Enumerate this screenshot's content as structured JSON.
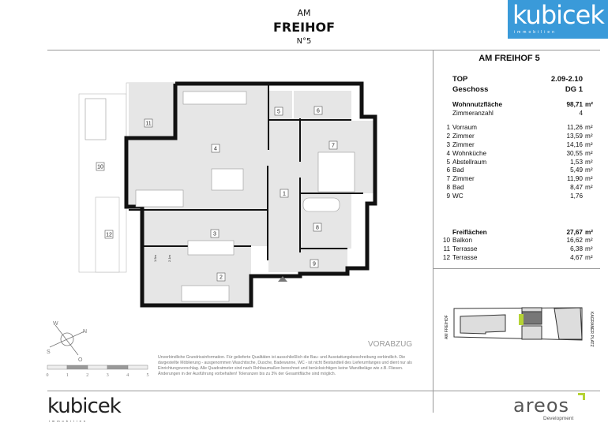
{
  "header": {
    "line1": "AM",
    "line2": "FREIHOF",
    "line3": "N°5"
  },
  "logo_top": {
    "text": "kubicek",
    "sub": "immobilien",
    "bg": "#3a9ad9"
  },
  "panel": {
    "title": "AM FREIHOF 5",
    "top_label": "TOP",
    "top_value": "2.09-2.10",
    "floor_label": "Geschoss",
    "floor_value": "DG 1",
    "area_label": "Wohnnutzfläche",
    "area_value": "98,71",
    "area_unit": "m²",
    "rooms_count_label": "Zimmeranzahl",
    "rooms_count_value": "4",
    "rooms": [
      {
        "n": "1",
        "name": "Vorraum",
        "area": "11,26",
        "unit": "m²"
      },
      {
        "n": "2",
        "name": "Zimmer",
        "area": "13,59",
        "unit": "m²"
      },
      {
        "n": "3",
        "name": "Zimmer",
        "area": "14,16",
        "unit": "m²"
      },
      {
        "n": "4",
        "name": "Wohnküche",
        "area": "30,55",
        "unit": "m²"
      },
      {
        "n": "5",
        "name": "Abstellraum",
        "area": "1,53",
        "unit": "m²"
      },
      {
        "n": "6",
        "name": "Bad",
        "area": "5,49",
        "unit": "m²"
      },
      {
        "n": "7",
        "name": "Zimmer",
        "area": "11,90",
        "unit": "m²"
      },
      {
        "n": "8",
        "name": "Bad",
        "area": "8,47",
        "unit": "m²"
      },
      {
        "n": "9",
        "name": "WC",
        "area": "1,76",
        "unit": ""
      }
    ],
    "outdoor_label": "Freiflächen",
    "outdoor_value": "27,67",
    "outdoor_unit": "m²",
    "outdoor": [
      {
        "n": "10",
        "name": "Balkon",
        "area": "16,62",
        "unit": "m²"
      },
      {
        "n": "11",
        "name": "Terrasse",
        "area": "6,38",
        "unit": "m²"
      },
      {
        "n": "12",
        "name": "Terrasse",
        "area": "4,67",
        "unit": "m²"
      }
    ]
  },
  "siteplan": {
    "street_left": "AM FREIHOF",
    "street_right": "KAGRANER PLATZ",
    "highlight": "#b5d334"
  },
  "plan": {
    "labels": [
      "1",
      "2",
      "3",
      "4",
      "5",
      "6",
      "7",
      "8",
      "9",
      "10",
      "11",
      "12"
    ],
    "dim_a": "1.5m",
    "dim_b": "2.1m"
  },
  "compass": {
    "n": "N",
    "o": "O",
    "s": "S",
    "w": "W"
  },
  "scale": {
    "ticks": [
      "0",
      "1",
      "2",
      "3",
      "4",
      "5"
    ]
  },
  "vorabzug": "VORABZUG",
  "disclaimer": "Unverbindliche Grundrissinformation. Für gelieferte Qualitäten ist ausschließlich die Bau- und Ausstattungsbeschreibung verbindlich. Die dargestellte Möblierung - ausgenommen Waschtische, Dusche, Badewanne, WC - ist nicht Bestandteil des Lieferumfanges und dient nur als Einrichtungsvorschlag. Alle Quadratmeter sind nach Rohbaumaßen berechnet und berücksichtigen keine Wandbeläge wie z.B. Fliesen. Änderungen in der Ausführung vorbehalten! Toleranzen bis zu 3% der Gesamtfläche sind möglich.",
  "logo_bottom_left": {
    "text": "kubicek",
    "sub": "immobilien"
  },
  "logo_bottom_right": {
    "text": "areos",
    "sub": "Development",
    "accent": "#b5d334"
  }
}
